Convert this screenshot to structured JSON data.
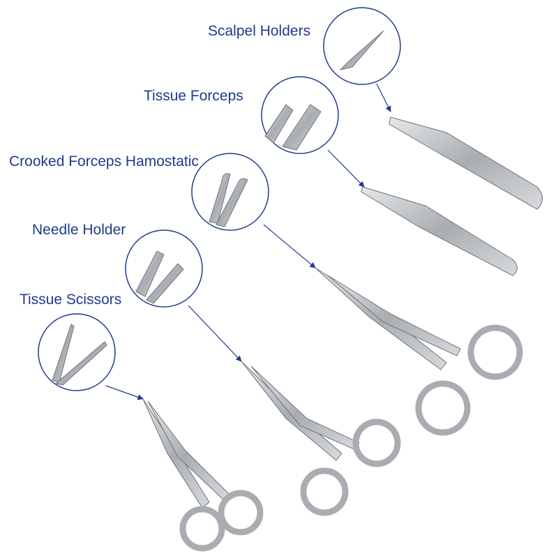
{
  "labels": {
    "scalpel_holders": "Scalpel Holders",
    "tissue_forceps": "Tissue Forceps",
    "crooked_forceps": "Crooked Forceps Hamostatic",
    "needle_holder": "Needle Holder",
    "tissue_scissors": "Tissue Scissors"
  },
  "colors": {
    "label": "#1f3a8c",
    "circle": "#1f3a8c",
    "steel": "#b9bcc0",
    "steel_dark": "#6e7278"
  }
}
